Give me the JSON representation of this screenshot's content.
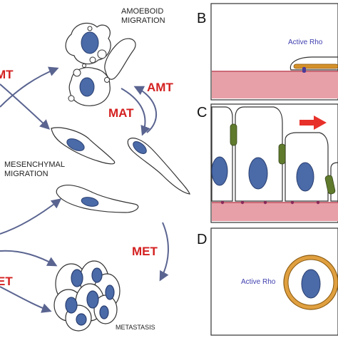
{
  "left_panel": {
    "amoeboid_line1": "AMOEBOID",
    "amoeboid_line2": "MIGRATION",
    "mesenchymal_line1": "MESENCHYMAL",
    "mesenchymal_line2": "MIGRATION",
    "metastasis": "METASTASIS",
    "transitions": {
      "amt": "AMT",
      "mat": "MAT",
      "met": "MET",
      "emt_top": "MT",
      "emt_bottom": "ET"
    }
  },
  "panels": {
    "b": {
      "letter": "B",
      "label": "Active Rho"
    },
    "c": {
      "letter": "C"
    },
    "d": {
      "letter": "D",
      "label": "Active Rho"
    }
  },
  "colors": {
    "red_text": "#d42020",
    "nucleus": "#4a6aa8",
    "nucleus_stroke": "#2a3f70",
    "membrane_pink": "#e8a0a8",
    "membrane_line": "#c04a5a",
    "junction_green": "#5f7a2c",
    "rho_orange": "#d4902a",
    "label_blue": "#4040b0",
    "arrow_blue": "#5a6490",
    "arrow_red": "#e8302a"
  }
}
